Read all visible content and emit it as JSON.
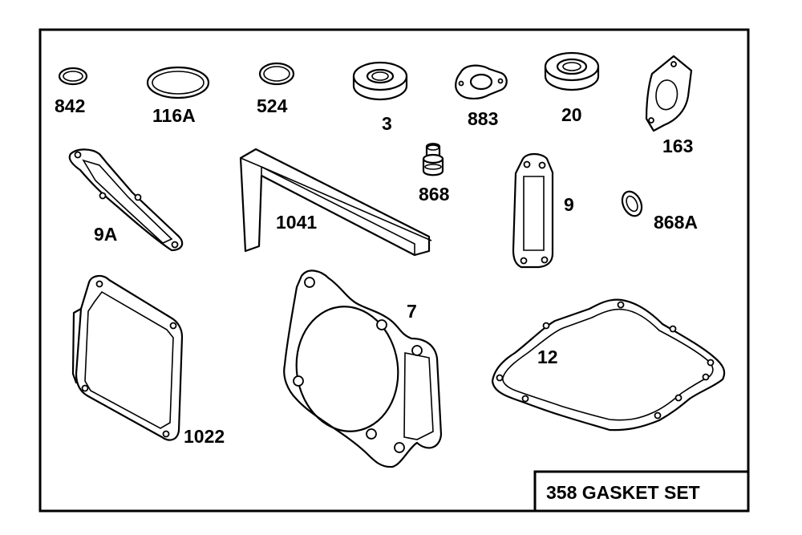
{
  "parts": [
    {
      "id": "842",
      "label": "842"
    },
    {
      "id": "116A",
      "label": "116A"
    },
    {
      "id": "524",
      "label": "524"
    },
    {
      "id": "3",
      "label": "3"
    },
    {
      "id": "883",
      "label": "883"
    },
    {
      "id": "20",
      "label": "20"
    },
    {
      "id": "163",
      "label": "163"
    },
    {
      "id": "9A",
      "label": "9A"
    },
    {
      "id": "1041",
      "label": "1041"
    },
    {
      "id": "868",
      "label": "868"
    },
    {
      "id": "9",
      "label": "9"
    },
    {
      "id": "868A",
      "label": "868A"
    },
    {
      "id": "1022",
      "label": "1022"
    },
    {
      "id": "7",
      "label": "7"
    },
    {
      "id": "12",
      "label": "12"
    }
  ],
  "title_box": {
    "text": "358 GASKET SET"
  }
}
